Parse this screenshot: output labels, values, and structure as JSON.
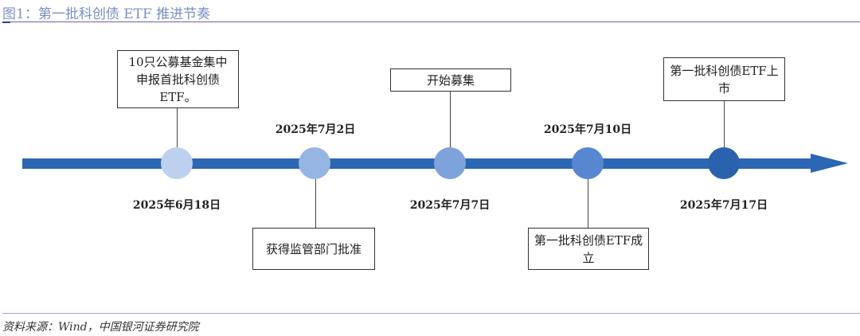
{
  "title": "图1：第一批科创债 ETF 推进节奏",
  "source": "资料来源：Wind，中国银河证券研究院",
  "colors": {
    "bar": "#2b67b2",
    "dots": [
      "#bdd1ee",
      "#97b5e3",
      "#7ea3da",
      "#5787d0",
      "#2b62ad"
    ]
  },
  "events": [
    {
      "date": "2025年6月18日",
      "text": "10只公募基金集中申报首批科创债ETF。"
    },
    {
      "date": "2025年7月2日",
      "text": "获得监管部门批准"
    },
    {
      "date": "2025年7月7日",
      "text": "开始募集"
    },
    {
      "date": "2025年7月10日",
      "text": "第一批科创债ETF成立"
    },
    {
      "date": "2025年7月17日",
      "text": "第一批科创债ETF上市"
    }
  ]
}
